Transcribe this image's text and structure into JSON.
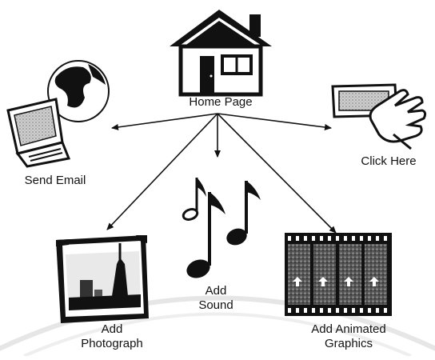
{
  "nodes": {
    "home": {
      "label": "Home Page",
      "icon": "house-icon"
    },
    "email": {
      "label": "Send Email",
      "icon": "globe-computer-icon"
    },
    "click": {
      "label": "Click Here",
      "icon": "hand-pressing-button-icon"
    },
    "sound": {
      "label_line1": "Add",
      "label_line2": "Sound",
      "icon": "music-notes-icon"
    },
    "photo": {
      "label_line1": "Add",
      "label_line2": "Photograph",
      "icon": "photograph-icon"
    },
    "anim": {
      "label_line1": "Add Animated",
      "label_line2": "Graphics",
      "icon": "film-strip-icon"
    }
  },
  "edges": [
    {
      "from": "home",
      "to": "email"
    },
    {
      "from": "home",
      "to": "click"
    },
    {
      "from": "home",
      "to": "sound"
    },
    {
      "from": "home",
      "to": "photo"
    },
    {
      "from": "home",
      "to": "anim"
    }
  ],
  "colors": {
    "ink": "#111111",
    "background": "#ffffff"
  }
}
